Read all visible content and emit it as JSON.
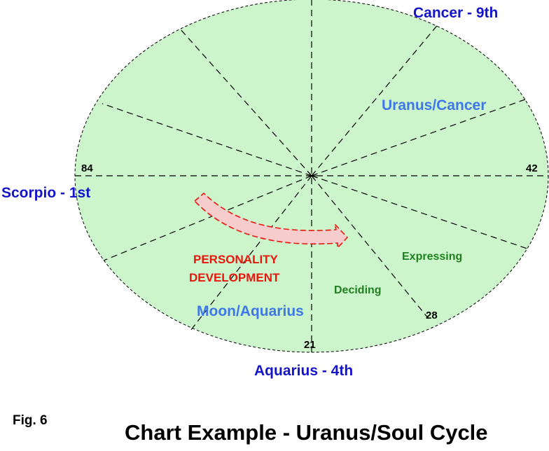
{
  "signs": {
    "top": "Cancer - 9th",
    "left": "Scorpio - 1st",
    "bottom": "Aquarius - 4th"
  },
  "planets": {
    "uranus": "Uranus/Cancer",
    "moon": "Moon/Aquarius"
  },
  "personality": {
    "line1": "PERSONALITY",
    "line2": "DEVELOPMENT"
  },
  "phases": {
    "expressing": "Expressing",
    "deciding": "Deciding"
  },
  "ages": {
    "a84": "84",
    "a42": "42",
    "a21": "21",
    "a28": "28"
  },
  "caption": {
    "fig": "Fig. 6",
    "title": "Chart Example - Uranus/Soul Cycle"
  },
  "colors": {
    "chart_fill": "#ccf5cc",
    "sign_label": "#1515c8",
    "planet_label": "#3f77e6",
    "personality": "#e8160c",
    "phase": "#1e7f1e",
    "arrow_fill": "#f6cccc",
    "arrow_stroke": "#e8160c"
  }
}
